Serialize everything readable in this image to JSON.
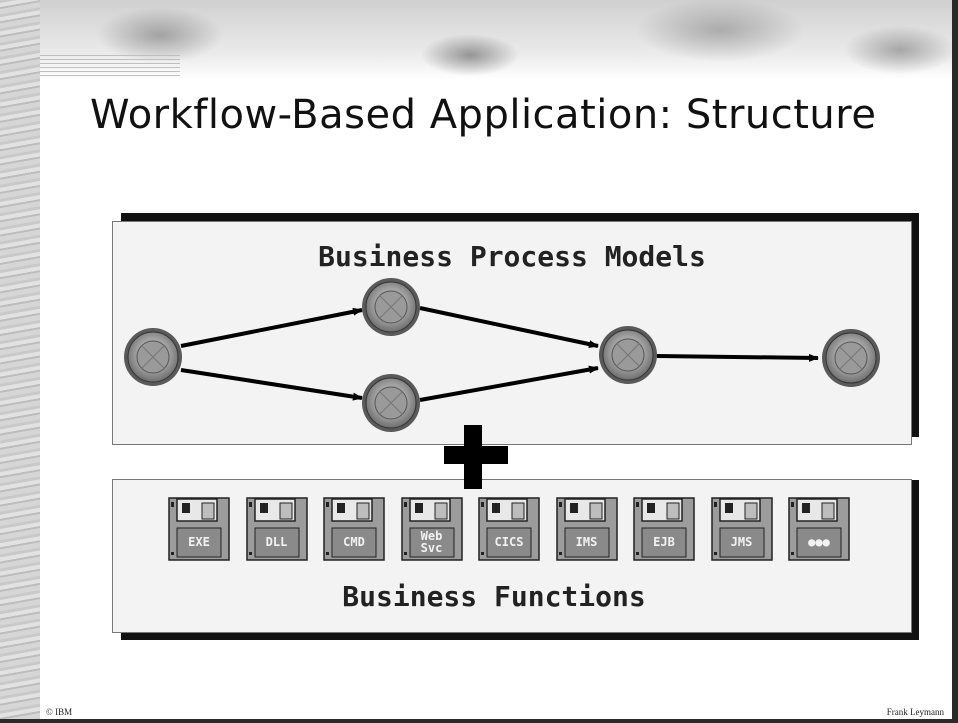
{
  "slide": {
    "title": "Workflow-Based Application: Structure",
    "footer_left": "© IBM",
    "footer_right": "Frank Leymann"
  },
  "process_panel": {
    "title": "Business Process Models",
    "nodes": [
      "start",
      "upper",
      "lower",
      "join",
      "end"
    ]
  },
  "functions_panel": {
    "title": "Business Functions",
    "functions": [
      {
        "label": "EXE"
      },
      {
        "label": "DLL"
      },
      {
        "label": "CMD"
      },
      {
        "label": "Web\nSvc"
      },
      {
        "label": "CICS"
      },
      {
        "label": "IMS"
      },
      {
        "label": "EJB"
      },
      {
        "label": "JMS"
      },
      {
        "label": "●●●"
      }
    ]
  },
  "colors": {
    "node_outer": "#8a8a8a",
    "node_inner": "#b5b5b5",
    "floppy_body": "#9c9c9c",
    "panel_fill": "#f3f3f3"
  }
}
